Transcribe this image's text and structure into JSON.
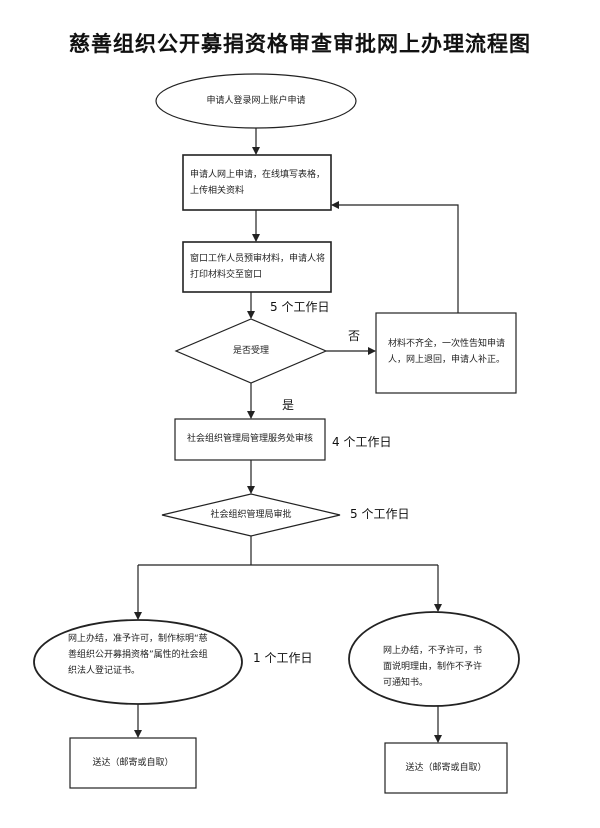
{
  "title": "慈善组织公开募捐资格审查审批网上办理流程图",
  "nodes": {
    "start": "申请人登录网上账户申请",
    "apply": "申请人网上申请，在线填写表格，上传相关资料",
    "window": "窗口工作人员预审材料，申请人将打印材料交至窗口",
    "decision_accept": "是否受理",
    "incomplete": "材料不齐全，一次性告知申请人，网上退回，申请人补正。",
    "review": "社会组织管理局管理服务处审核",
    "decision_approve": "社会组织管理局审批",
    "approved": "网上办结，准予许可，制作标明“慈善组织公开募捐资格”属性的社会组织法人登记证书。",
    "rejected": "网上办结，不予许可，书面说明理由，制作不予许可通知书。",
    "deliver_left": "送达（邮寄或自取）",
    "deliver_right": "送达（邮寄或自取）"
  },
  "labels": {
    "days_accept": "5 个工作日",
    "no": "否",
    "yes": "是",
    "days_review": "4 个工作日",
    "days_approve": "5 个工作日",
    "days_issue": "1 个工作日"
  }
}
